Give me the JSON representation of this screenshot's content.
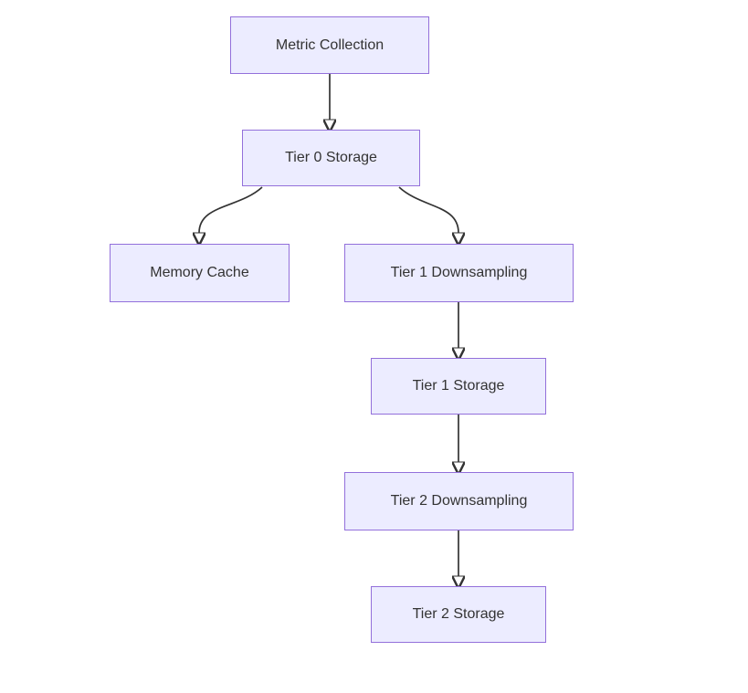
{
  "diagram": {
    "type": "flowchart",
    "direction": "top-down",
    "background": "#ffffff",
    "colors": {
      "node_fill": "#ECECFF",
      "node_border": "#9370DB",
      "edge_stroke": "#333333",
      "text": "#333333"
    },
    "nodes": [
      {
        "id": "metric-collection",
        "label": "Metric Collection"
      },
      {
        "id": "tier0-storage",
        "label": "Tier 0 Storage"
      },
      {
        "id": "memory-cache",
        "label": "Memory Cache"
      },
      {
        "id": "tier1-downsampling",
        "label": "Tier 1 Downsampling"
      },
      {
        "id": "tier1-storage",
        "label": "Tier 1 Storage"
      },
      {
        "id": "tier2-downsampling",
        "label": "Tier 2 Downsampling"
      },
      {
        "id": "tier2-storage",
        "label": "Tier 2 Storage"
      }
    ],
    "edges": [
      {
        "from": "metric-collection",
        "to": "tier0-storage"
      },
      {
        "from": "tier0-storage",
        "to": "memory-cache"
      },
      {
        "from": "tier0-storage",
        "to": "tier1-downsampling"
      },
      {
        "from": "tier1-downsampling",
        "to": "tier1-storage"
      },
      {
        "from": "tier1-storage",
        "to": "tier2-downsampling"
      },
      {
        "from": "tier2-downsampling",
        "to": "tier2-storage"
      }
    ]
  }
}
